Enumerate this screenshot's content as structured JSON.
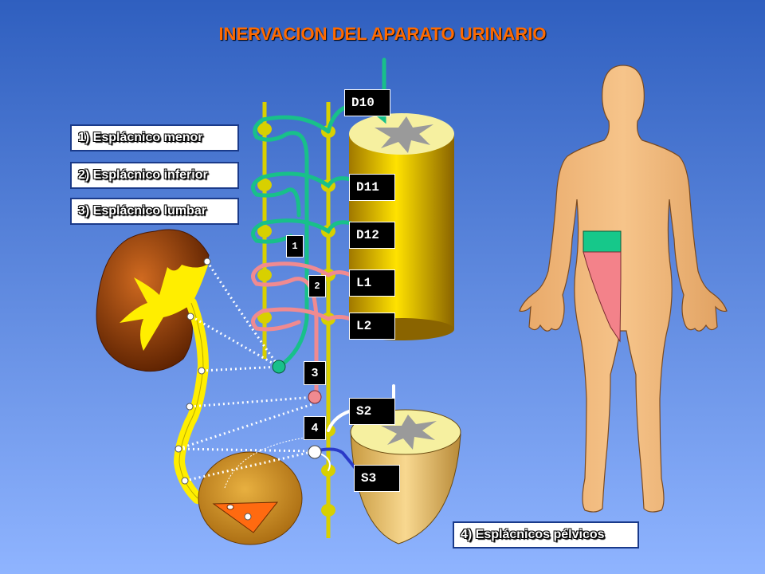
{
  "title": "INERVACION DEL APARATO URINARIO",
  "legend": {
    "item1": "1) Esplácnico menor",
    "item2": "2) Esplácnico inferior",
    "item3": "3) Esplácnico lumbar",
    "item4": "4) Esplácnicos pélvicos"
  },
  "segments": {
    "d10": "D10",
    "d11": "D11",
    "d12": "D12",
    "l1": "L1",
    "l2": "L2",
    "s2": "S2",
    "s3": "S3"
  },
  "markers": {
    "m1": "1",
    "m2": "2",
    "m3": "3",
    "m4": "4"
  },
  "colors": {
    "background_top": "#2f5fbf",
    "background_bottom": "#7fa8ff",
    "title": "#ff6a00",
    "splanchnic_minor_nerve": "#18c08a",
    "splanchnic_inferior_nerve": "#f08a90",
    "sympathetic_chain": "#d8d000",
    "kidney": "#a84a10",
    "pelvis_highlight": "#ffee00",
    "body_skin": "#f2b87a",
    "dermatome_green": "#16c88a",
    "dermatome_pink": "#f3828a",
    "spinal_cord": "#e8c800"
  }
}
